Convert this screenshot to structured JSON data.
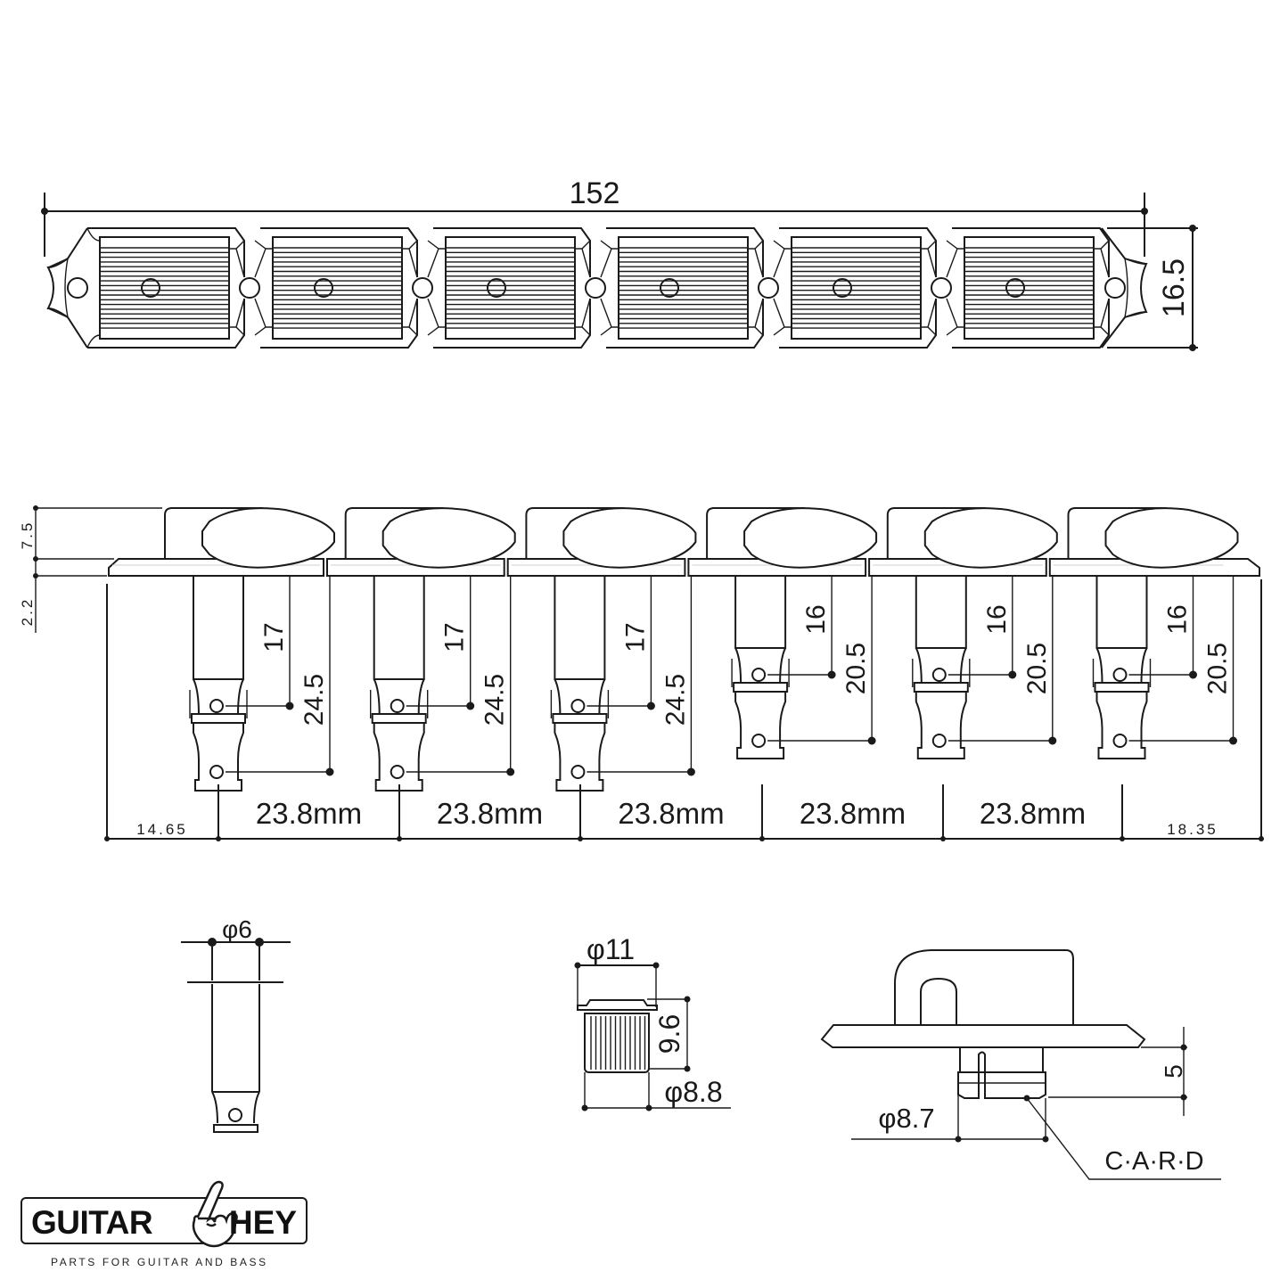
{
  "drawing": {
    "title": "Tuner set dimension drawing",
    "line_color": "#1a1a1a",
    "background": "#ffffff"
  },
  "top_view": {
    "overall_length": "152",
    "plate_height": "16.5",
    "tuner_count": 6
  },
  "side_view": {
    "housing_height": "7.5",
    "plate_thickness": "2.2",
    "left_offset": "14.65",
    "right_offset": "18.35",
    "spacings": [
      "23.8mm",
      "23.8mm",
      "23.8mm",
      "23.8mm",
      "23.8mm"
    ],
    "tuners": [
      {
        "post_hole_depth": "17",
        "post_length": "24.5",
        "type": "long"
      },
      {
        "post_hole_depth": "17",
        "post_length": "24.5",
        "type": "long"
      },
      {
        "post_hole_depth": "17",
        "post_length": "24.5",
        "type": "long"
      },
      {
        "post_hole_depth": "16",
        "post_length": "20.5",
        "type": "short"
      },
      {
        "post_hole_depth": "16",
        "post_length": "20.5",
        "type": "short"
      },
      {
        "post_hole_depth": "16",
        "post_length": "20.5",
        "type": "short"
      }
    ]
  },
  "details": {
    "post_diameter": "φ6",
    "bushing_flange_diameter": "φ11",
    "bushing_height": "9.6",
    "bushing_body_diameter": "φ8.8",
    "collar_diameter": "φ8.7",
    "collar_height": "5",
    "collar_label": "C·A·R·D"
  },
  "logo": {
    "left_word": "GUITAR",
    "right_word": "HEY",
    "tagline": "PARTS FOR GUITAR AND BASS",
    "icon": "rock-hand-icon"
  }
}
